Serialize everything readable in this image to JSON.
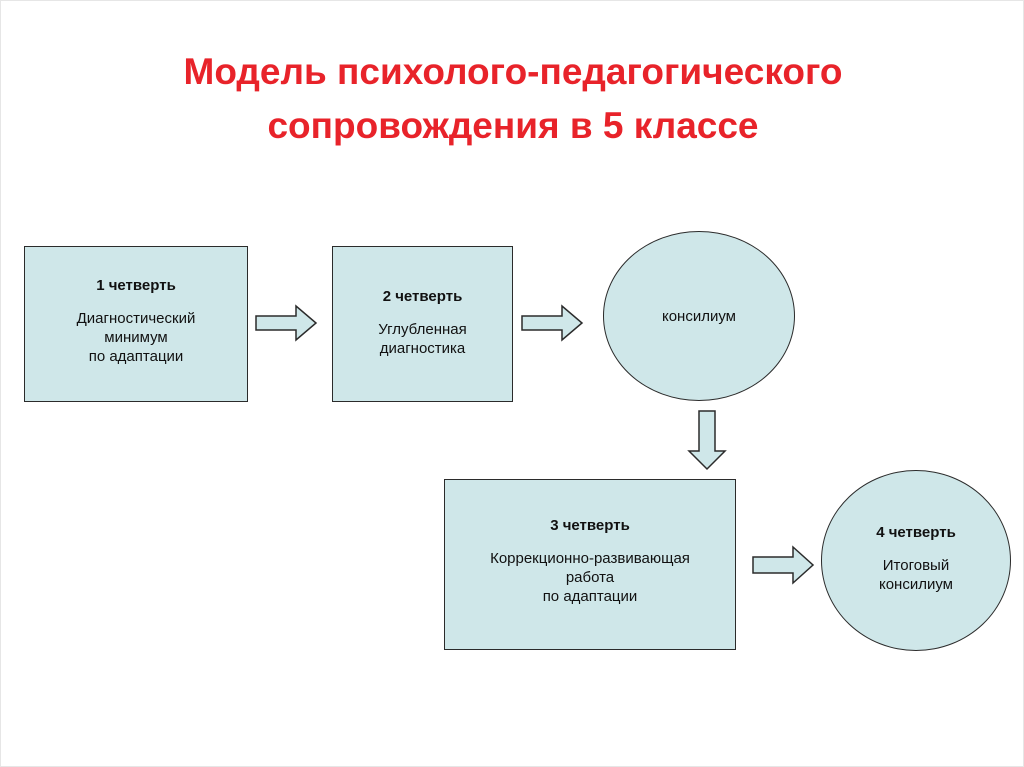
{
  "title": {
    "line1": "Модель психолого-педагогического",
    "line2": "сопровождения в 5 классе"
  },
  "nodes": {
    "q1": {
      "head": "1 четверть",
      "lines": [
        "Диагностический",
        "минимум",
        "по адаптации"
      ]
    },
    "q2": {
      "head": "2 четверть",
      "lines": [
        "Углубленная",
        "диагностика"
      ]
    },
    "council": {
      "lines": [
        "консилиум"
      ]
    },
    "q3": {
      "head": "3 четверть",
      "lines": [
        "Коррекционно-развивающая",
        "работа",
        "по адаптации"
      ]
    },
    "q4": {
      "head": "4 четверть",
      "lines": [
        "Итоговый",
        "консилиум"
      ]
    }
  },
  "colors": {
    "title": "#e8232a",
    "node_fill": "#cfe7e9",
    "border": "#2b2b2b"
  }
}
